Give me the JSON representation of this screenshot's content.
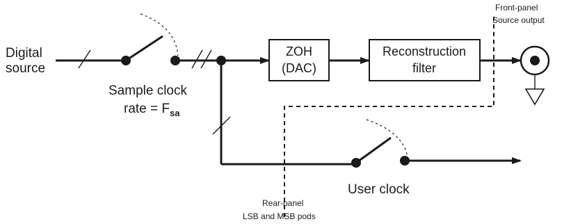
{
  "labels": {
    "digital_source_line1": "Digital",
    "digital_source_line2": "source",
    "sample_clock_line1": "Sample clock",
    "sample_clock_rate": "rate = F",
    "sample_clock_sub": "sa",
    "zoh_line1": "ZOH",
    "zoh_line2": "(DAC)",
    "recon_line1": "Reconstruction",
    "recon_line2": "filter",
    "front_panel_line1": "Front-panel",
    "front_panel_line2": "Source output",
    "rear_panel_line1": "Rear-panel",
    "rear_panel_line2": "LSB and MSB pods",
    "user_clock": "User clock"
  }
}
